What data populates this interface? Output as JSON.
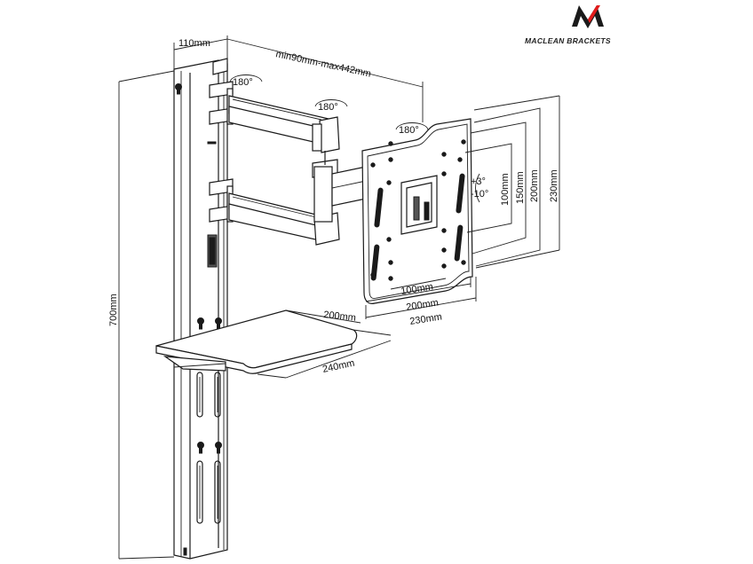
{
  "brand": {
    "name": "MACLEAN BRACKETS",
    "logo_icon": "maclean-m-logo"
  },
  "dimensions": {
    "height": "700mm",
    "arm_depth": "110mm",
    "arm_reach": "min90mm-max442mm",
    "rotation_wall": "180°",
    "rotation_middle": "180°",
    "rotation_plate": "180°",
    "tilt_up": "+3°",
    "tilt_down": "-10°",
    "vesa_h_100": "100mm",
    "vesa_h_200": "200mm",
    "vesa_h_230": "230mm",
    "vesa_v_100": "100mm",
    "vesa_v_150": "150mm",
    "vesa_v_200": "200mm",
    "vesa_v_230": "230mm",
    "shelf_depth": "200mm",
    "shelf_width": "240mm"
  },
  "colors": {
    "line": "#1a1a1a",
    "background": "#ffffff"
  }
}
